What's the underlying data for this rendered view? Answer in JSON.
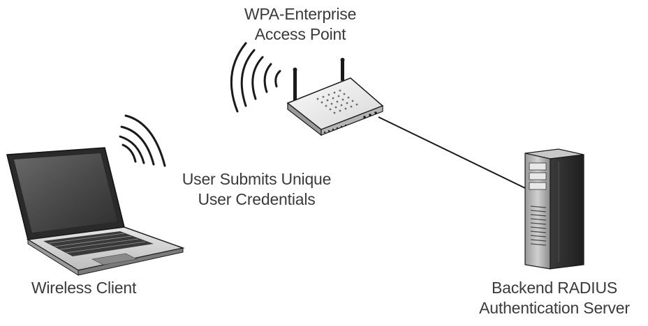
{
  "diagram": {
    "access_point": {
      "label_line1": "WPA-Enterprise",
      "label_line2": "Access Point",
      "icon": "wireless-router-icon"
    },
    "client": {
      "label": "Wireless Client",
      "icon": "laptop-icon"
    },
    "server": {
      "label_line1": "Backend RADIUS",
      "label_line2": "Authentication Server",
      "icon": "server-tower-icon"
    },
    "message": {
      "line1": "User Submits Unique",
      "line2": "User Credentials"
    },
    "colors": {
      "text": "#3a3a3a",
      "device_dark": "#2b2b2b",
      "device_mid": "#8c8c8c",
      "device_light": "#d9d9d9"
    }
  }
}
